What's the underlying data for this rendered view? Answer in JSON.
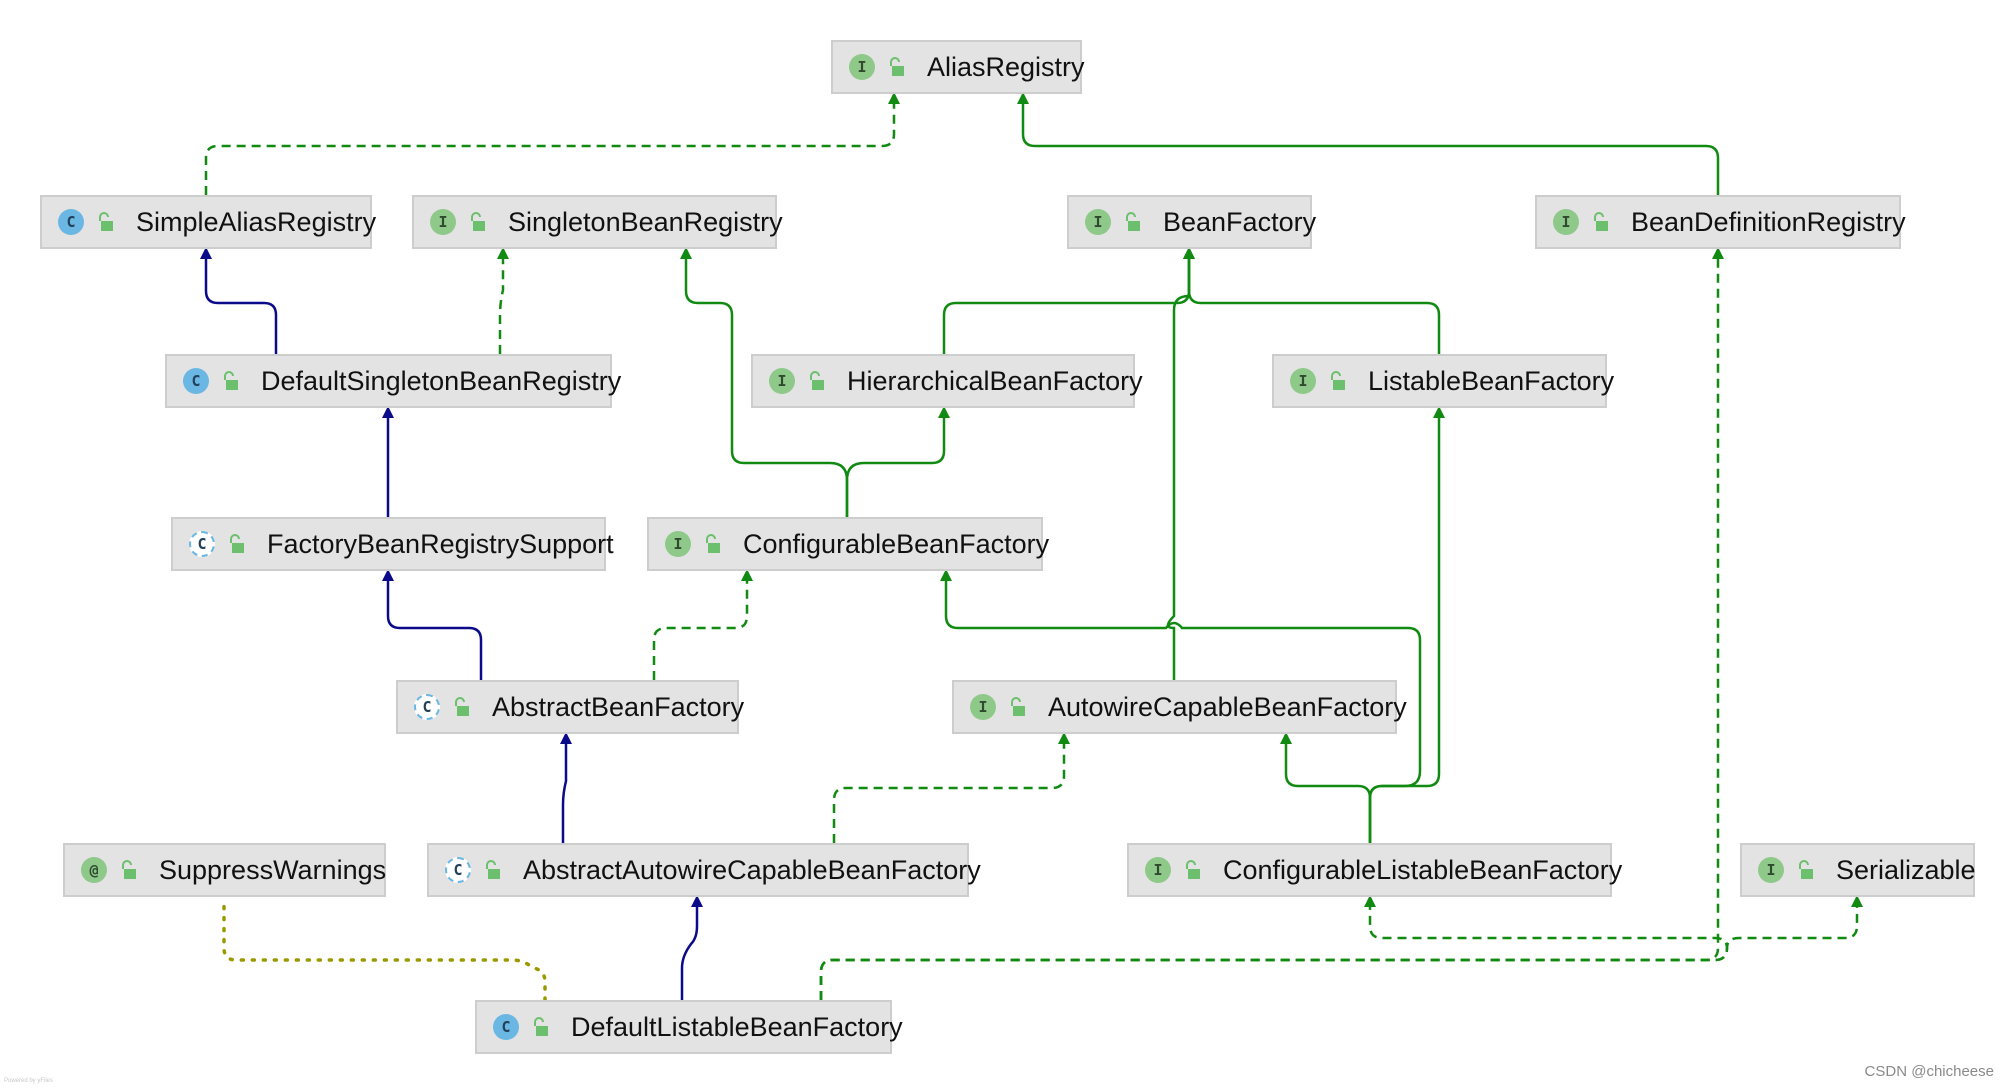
{
  "nodes": [
    {
      "key": "AliasRegistry",
      "kind": "interface",
      "badge": "I",
      "label": "AliasRegistry"
    },
    {
      "key": "SimpleAliasRegistry",
      "kind": "class",
      "badge": "C",
      "label": "SimpleAliasRegistry"
    },
    {
      "key": "SingletonBeanRegistry",
      "kind": "interface",
      "badge": "I",
      "label": "SingletonBeanRegistry"
    },
    {
      "key": "BeanFactory",
      "kind": "interface",
      "badge": "I",
      "label": "BeanFactory"
    },
    {
      "key": "BeanDefinitionRegistry",
      "kind": "interface",
      "badge": "I",
      "label": "BeanDefinitionRegistry"
    },
    {
      "key": "DefaultSingletonBeanRegistry",
      "kind": "class",
      "badge": "C",
      "label": "DefaultSingletonBeanRegistry"
    },
    {
      "key": "HierarchicalBeanFactory",
      "kind": "interface",
      "badge": "I",
      "label": "HierarchicalBeanFactory"
    },
    {
      "key": "ListableBeanFactory",
      "kind": "interface",
      "badge": "I",
      "label": "ListableBeanFactory"
    },
    {
      "key": "FactoryBeanRegistrySupport",
      "kind": "abstract",
      "badge": "C",
      "label": "FactoryBeanRegistrySupport"
    },
    {
      "key": "ConfigurableBeanFactory",
      "kind": "interface",
      "badge": "I",
      "label": "ConfigurableBeanFactory"
    },
    {
      "key": "AbstractBeanFactory",
      "kind": "abstract",
      "badge": "C",
      "label": "AbstractBeanFactory"
    },
    {
      "key": "AutowireCapableBeanFactory",
      "kind": "interface",
      "badge": "I",
      "label": "AutowireCapableBeanFactory"
    },
    {
      "key": "SuppressWarnings",
      "kind": "annotation",
      "badge": "@",
      "label": "SuppressWarnings"
    },
    {
      "key": "AbstractAutowireCapableBeanFactory",
      "kind": "abstract",
      "badge": "C",
      "label": "AbstractAutowireCapableBeanFactory"
    },
    {
      "key": "ConfigurableListableBeanFactory",
      "kind": "interface",
      "badge": "I",
      "label": "ConfigurableListableBeanFactory"
    },
    {
      "key": "Serializable",
      "kind": "interface",
      "badge": "I",
      "label": "Serializable"
    },
    {
      "key": "DefaultListableBeanFactory",
      "kind": "class",
      "badge": "C",
      "label": "DefaultListableBeanFactory"
    }
  ],
  "edges": [
    {
      "from": "SimpleAliasRegistry",
      "to": "AliasRegistry",
      "type": "implements"
    },
    {
      "from": "BeanDefinitionRegistry",
      "to": "AliasRegistry",
      "type": "extends-interface"
    },
    {
      "from": "DefaultSingletonBeanRegistry",
      "to": "SimpleAliasRegistry",
      "type": "extends-class"
    },
    {
      "from": "DefaultSingletonBeanRegistry",
      "to": "SingletonBeanRegistry",
      "type": "implements"
    },
    {
      "from": "HierarchicalBeanFactory",
      "to": "BeanFactory",
      "type": "extends-interface"
    },
    {
      "from": "ListableBeanFactory",
      "to": "BeanFactory",
      "type": "extends-interface"
    },
    {
      "from": "AutowireCapableBeanFactory",
      "to": "BeanFactory",
      "type": "extends-interface"
    },
    {
      "from": "FactoryBeanRegistrySupport",
      "to": "DefaultSingletonBeanRegistry",
      "type": "extends-class"
    },
    {
      "from": "ConfigurableBeanFactory",
      "to": "HierarchicalBeanFactory",
      "type": "extends-interface"
    },
    {
      "from": "ConfigurableBeanFactory",
      "to": "SingletonBeanRegistry",
      "type": "extends-interface"
    },
    {
      "from": "AbstractBeanFactory",
      "to": "FactoryBeanRegistrySupport",
      "type": "extends-class"
    },
    {
      "from": "AbstractBeanFactory",
      "to": "ConfigurableBeanFactory",
      "type": "implements"
    },
    {
      "from": "AbstractAutowireCapableBeanFactory",
      "to": "AbstractBeanFactory",
      "type": "extends-class"
    },
    {
      "from": "AbstractAutowireCapableBeanFactory",
      "to": "AutowireCapableBeanFactory",
      "type": "implements"
    },
    {
      "from": "ConfigurableListableBeanFactory",
      "to": "ConfigurableBeanFactory",
      "type": "extends-interface"
    },
    {
      "from": "ConfigurableListableBeanFactory",
      "to": "AutowireCapableBeanFactory",
      "type": "extends-interface"
    },
    {
      "from": "ConfigurableListableBeanFactory",
      "to": "ListableBeanFactory",
      "type": "extends-interface"
    },
    {
      "from": "DefaultListableBeanFactory",
      "to": "AbstractAutowireCapableBeanFactory",
      "type": "extends-class"
    },
    {
      "from": "DefaultListableBeanFactory",
      "to": "ConfigurableListableBeanFactory",
      "type": "implements"
    },
    {
      "from": "DefaultListableBeanFactory",
      "to": "BeanDefinitionRegistry",
      "type": "implements"
    },
    {
      "from": "DefaultListableBeanFactory",
      "to": "Serializable",
      "type": "implements"
    },
    {
      "from": "DefaultListableBeanFactory",
      "to": "SuppressWarnings",
      "type": "annotated-by"
    }
  ],
  "colors": {
    "extends-class": "#0b0b8a",
    "extends-interface": "#118a11",
    "implements": "#118a11",
    "annotated-by": "#9a9a00",
    "lock-icon": "#6cbf6c"
  },
  "watermark": "CSDN @chicheese",
  "powered_by": "Powered by yFiles"
}
